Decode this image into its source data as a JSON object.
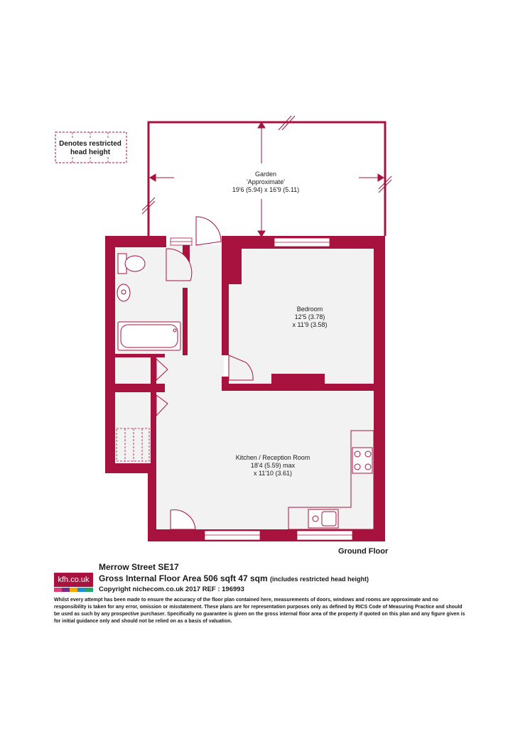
{
  "legend": {
    "line1": "Denotes restricted",
    "line2": "head height"
  },
  "rooms": {
    "garden": {
      "name": "Garden",
      "note": "'Approximate'",
      "dims": "19'6 (5.94) x 16'9 (5.11)"
    },
    "bedroom": {
      "name": "Bedroom",
      "dim1": "12'5 (3.78)",
      "dim2": "x 11'9 (3.58)"
    },
    "kitchen": {
      "name": "Kitchen / Reception Room",
      "dim1": "18'4 (5.59) max",
      "dim2": "x 11'10 (3.61)"
    }
  },
  "floor_label": "Ground Floor",
  "address": "Merrow Street  SE17",
  "gia": {
    "main": "Gross Internal Floor Area 506 sqft 47 sqm",
    "note": "(includes restricted head height)"
  },
  "copyright": "Copyright nichecom.co.uk 2017 REF : 196993",
  "disclaimer": "Whilst every attempt has been made to ensure the accuracy of the floor plan contained here, measurements of doors, windows and rooms are approximate and no responsibility is taken for any error, omission or misstatement.  These plans are for representation purposes only as defined by RICS Code of Measuring Practice and should be used as such by any prospective purchaser.  Specifically no guarantee is given on the gross internal floor area of the property if quoted on this plan and any figure given is for initial guidance only and should not be relied on as a basis of valuation.",
  "logo": {
    "text": "kfh.co.uk",
    "bar_colors": [
      "#e0407a",
      "#7a2a8c",
      "#f2a900",
      "#1f8fd6",
      "#2aa36b"
    ]
  },
  "colors": {
    "wall": "#a8123e",
    "floor": "#f2f2f2",
    "fixture_fill": "#ffffff"
  }
}
